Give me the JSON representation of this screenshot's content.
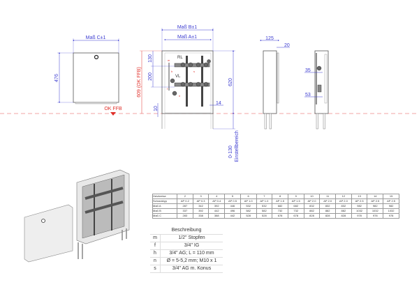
{
  "drawing": {
    "front_door": {
      "width_label": "Maß C±1",
      "height_label": "476"
    },
    "floor_label": "OK FFB",
    "front_open": {
      "width_outer_label": "Maß B±1",
      "width_inner_label": "Maß A±1",
      "height_ffb_label": "609 (OK FFB)",
      "dim_130": "130",
      "dim_200": "200",
      "dim_10": "10",
      "dim_14": "14",
      "dim_620": "620",
      "adjust_range": "0-130",
      "adjust_label": "Einstellbereich",
      "return_label": "RL",
      "flow_label": "VL",
      "part_labels": [
        "m",
        "f",
        "s",
        "n",
        "h"
      ]
    },
    "side_view": {
      "depth_label": "125",
      "door_label": "20"
    },
    "section_view": {
      "dim_35": "35",
      "dim_53": "53"
    }
  },
  "spec_table": {
    "rows": [
      {
        "label": "Heizkreise",
        "values": [
          "2",
          "3",
          "4",
          "5",
          "6",
          "7",
          "8",
          "9",
          "10",
          "11",
          "12",
          "13",
          "14",
          "15"
        ]
      },
      {
        "label": "Schranktyp",
        "values": [
          "AP 0.2",
          "AP 0.3",
          "AP 0.4",
          "AP 0.5",
          "AP 1.0",
          "AP 1.0",
          "AP 1.5",
          "AP 1.5",
          "AP 2.0",
          "AP 2.0",
          "AP 2.0",
          "AP 2.5",
          "AP 2.5",
          "AP 2.5"
        ]
      },
      {
        "label": "Maß A",
        "values": [
          "287",
          "342",
          "392",
          "446",
          "532",
          "532",
          "682",
          "682",
          "832",
          "832",
          "832",
          "982",
          "982",
          "982"
        ]
      },
      {
        "label": "Maß B",
        "values": [
          "337",
          "392",
          "442",
          "496",
          "582",
          "582",
          "732",
          "732",
          "882",
          "882",
          "882",
          "1032",
          "1032",
          "1032"
        ]
      },
      {
        "label": "Maß C",
        "values": [
          "283",
          "338",
          "388",
          "442",
          "528",
          "528",
          "678",
          "678",
          "828",
          "828",
          "828",
          "978",
          "978",
          "978"
        ]
      }
    ]
  },
  "description_table": {
    "title": "Beschreibung",
    "rows": [
      {
        "key": "m",
        "text": "1/2\" Stopfen"
      },
      {
        "key": "f",
        "text": "3/4\" IG"
      },
      {
        "key": "h",
        "text": "3/4\" AG; L = 110 mm"
      },
      {
        "key": "n",
        "text": "Ø = 5-5,2 mm; M10 x 1"
      },
      {
        "key": "s",
        "text": "3/4\" AG m. Konus"
      }
    ]
  },
  "colors": {
    "dimension": "#3a3ad0",
    "floor": "#e0302a",
    "outline": "#555555"
  }
}
